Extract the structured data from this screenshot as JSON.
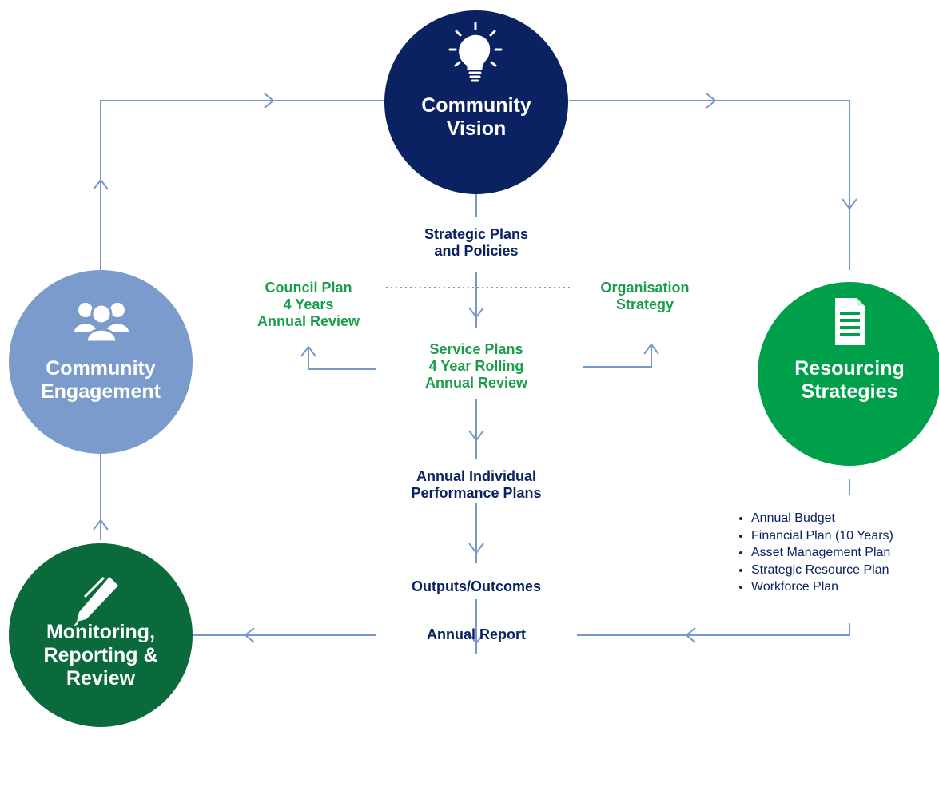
{
  "nodes": {
    "community_vision": {
      "title": "Community\nVision",
      "color": "#0b2262",
      "icon": "lightbulb-icon"
    },
    "resourcing_strategies": {
      "title": "Resourcing\nStrategies",
      "color": "#00a04b",
      "icon": "document-icon"
    },
    "community_engagement": {
      "title": "Community\nEngagement",
      "color": "#7a9bcb",
      "icon": "people-icon"
    },
    "monitoring_review": {
      "title": "Monitoring,\nReporting &\nReview",
      "color": "#0b6a3c",
      "icon": "pen-icon"
    }
  },
  "flow": {
    "strategic_plans": "Strategic Plans\nand Policies",
    "council_plan": "Council Plan\n4 Years\nAnnual Review",
    "organisation_strategy": "Organisation\nStrategy",
    "service_plans": "Service Plans\n4 Year Rolling\nAnnual Review",
    "individual_plans": "Annual Individual\nPerformance Plans",
    "outputs": "Outputs/Outcomes",
    "annual_report": "Annual Report"
  },
  "resourcing_items": [
    "Annual Budget",
    "Financial Plan (10 Years)",
    "Asset Management Plan",
    "Strategic Resource Plan",
    "Workforce Plan"
  ],
  "colors": {
    "line": "#7799c9",
    "navy_text": "#0b2262",
    "green_text": "#1a9e4b"
  }
}
